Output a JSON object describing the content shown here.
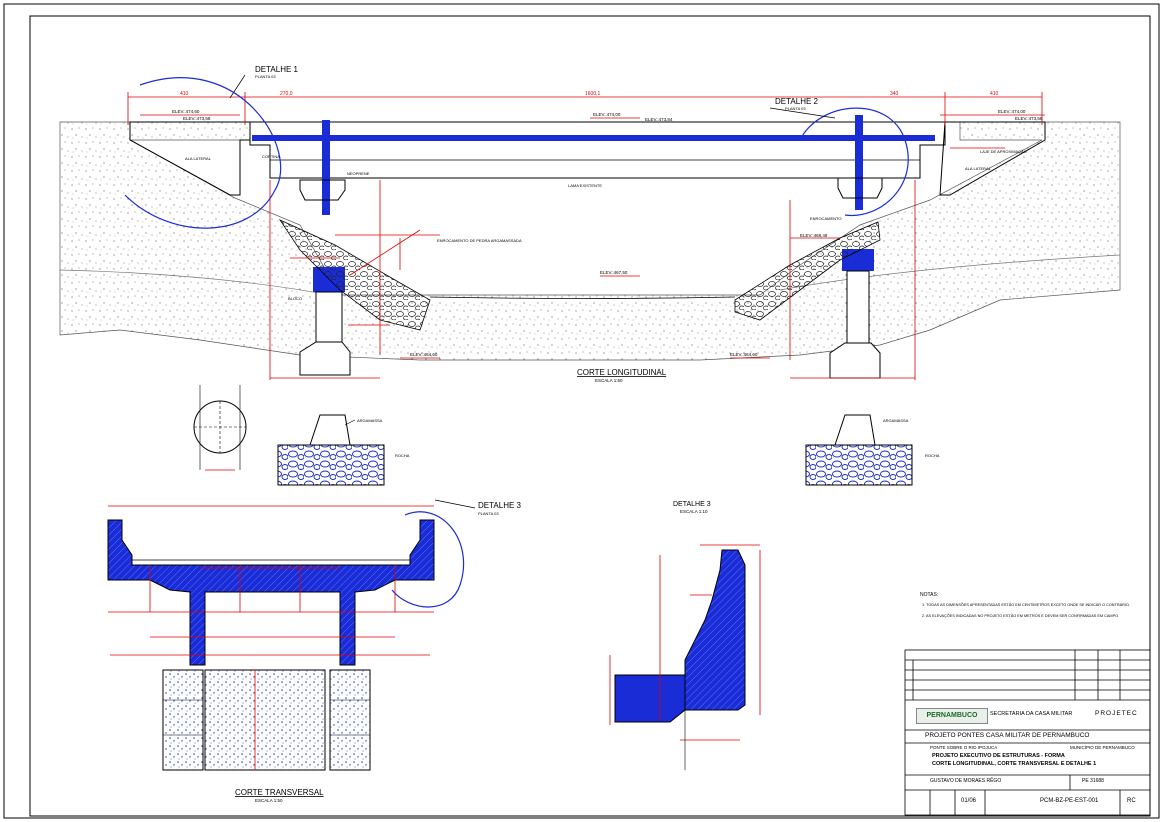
{
  "drawing": {
    "detail1": {
      "title": "DETALHE 1",
      "ref": "PLANTA 03"
    },
    "detail2": {
      "title": "DETALHE 2",
      "ref": "PLANTA 03"
    },
    "detail3": {
      "title": "DETALHE 3",
      "ref": "PLANTA 03"
    },
    "detail3_view": {
      "title": "DETALHE 3",
      "scale": "ESCALA 1:10"
    },
    "longitudinal_section": {
      "title": "CORTE LONGITUDINAL",
      "scale": "ESCALA 1:50"
    },
    "transverse_section": {
      "title": "CORTE TRANSVERSAL",
      "scale": "ESCALA 1:50"
    },
    "dimensions_top": [
      "410",
      "270,0",
      "1600,1",
      "340",
      "410"
    ],
    "elevations": [
      "ELEV.:474,60",
      "ELEV.:473,58",
      "ELEV.:474,00",
      "ELEV.:473,84",
      "ELEV.:474,00",
      "ELEV.:473,58",
      "ELEV.:467,50",
      "ELEV.:468,48",
      "ELEV.:464,60",
      "ELEV.:464,60"
    ],
    "labels": [
      "ALA LATERAL",
      "CORTINA",
      "NEOPRENE",
      "LAJE DE APROXIMAÇÃO",
      "ALA LATERAL",
      "LAMA EXISTENTE",
      "ENROCAMENTO DE PEDRA ARGAMASSADA",
      "ENROCAMENTO",
      "BLOCO",
      "ARGAMASSA",
      "ROCHA",
      "ARGAMASSA",
      "ROCHA"
    ],
    "notes_title": "NOTAS:",
    "notes": [
      "1.  TODAS AS DIMENSÕES APRESENTADAS ESTÃO EM CENTÍMETROS EXCETO ONDE SE INDICAR O CONTRÁRIO.",
      "2.  AS ELEVAÇÕES INDICADAS NO PROJETO ESTÃO EM METROS E DEVEM SER CONFIRMADAS EM CAMPO."
    ]
  },
  "title_block": {
    "logo_left": "PERNAMBUCO",
    "logo_mid": "SECRETARIA DA CASA MILITAR",
    "logo_right": "PROJETEC",
    "project": "PROJETO PONTES CASA MILITAR DE PERNAMBUCO",
    "location_label": "PONTE SOBRE O RIO IPOJUCA",
    "municipality": "MUNICÍPIO DE PERNAMBUCO",
    "drawing_title_1": "PROJETO EXECUTIVO DE ESTRUTURAS - FORMA",
    "drawing_title_2": "CORTE LONGITUDINAL, CORTE TRANSVERSAL E DETALHE 1",
    "engineer": "GUSTAVO DE MORAES RÊGO",
    "crea": "PE 31688",
    "sheet": "01/06",
    "code": "PCM-BZ-PE-EST-001",
    "revision": "RC"
  },
  "colors": {
    "concrete": "#1a2cd6",
    "dimension": "#d00000",
    "outline": "#000000"
  }
}
